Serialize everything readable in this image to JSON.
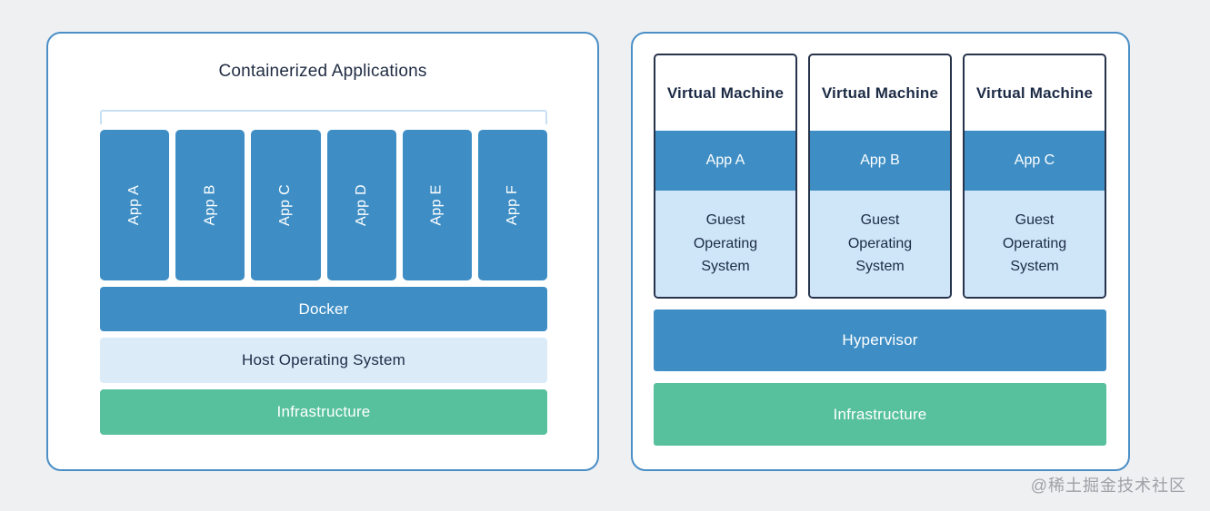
{
  "left": {
    "title": "Containerized Applications",
    "apps": [
      "App A",
      "App B",
      "App C",
      "App D",
      "App E",
      "App F"
    ],
    "docker_label": "Docker",
    "host_os_label": "Host Operating System",
    "infrastructure_label": "Infrastructure"
  },
  "right": {
    "vms": [
      {
        "title": "Virtual Machine",
        "app": "App A",
        "guest_os": "Guest Operating System"
      },
      {
        "title": "Virtual Machine",
        "app": "App B",
        "guest_os": "Guest Operating System"
      },
      {
        "title": "Virtual Machine",
        "app": "App C",
        "guest_os": "Guest Operating System"
      }
    ],
    "hypervisor_label": "Hypervisor",
    "infrastructure_label": "Infrastructure"
  },
  "watermark": "@稀土掘金技术社区",
  "colors": {
    "blue": "#3E8EC5",
    "host_os_light_blue": "#DCEBF8",
    "guest_os_light_blue": "#CEE6F8",
    "green": "#57C19E",
    "panel_border_blue": "#4B8FC6",
    "vm_card_border": "#26334B",
    "dark_text": "#1C2B45",
    "bracket_light_blue": "#C9DFF2",
    "page_background": "#EEF0F2",
    "watermark_gray": "#9EA1A6"
  }
}
